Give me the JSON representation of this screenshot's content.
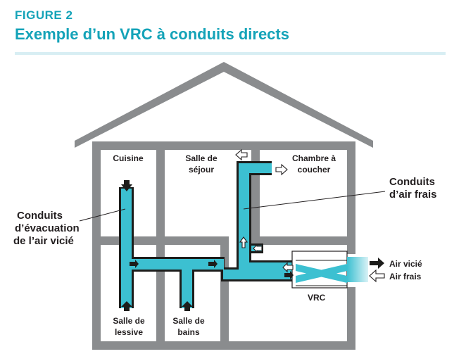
{
  "figure": {
    "label": "FIGURE 2",
    "title": "Exemple d’un VRC à conduits directs"
  },
  "rooms": {
    "kitchen": "Cuisine",
    "living_1": "Salle de",
    "living_2": "séjour",
    "bedroom_1": "Chambre à",
    "bedroom_2": "coucher",
    "laundry_1": "Salle de",
    "laundry_2": "lessive",
    "bath_1": "Salle de",
    "bath_2": "bains"
  },
  "callouts": {
    "exhaust_1": "Conduits",
    "exhaust_2": "d’évacuation",
    "exhaust_3": "de l’air vicié",
    "fresh_1": "Conduits",
    "fresh_2": "d’air frais"
  },
  "unit": {
    "label": "VRC"
  },
  "legend": {
    "stale_air": "Air vicié",
    "fresh_air": "Air frais"
  },
  "colors": {
    "accent": "#14a3b8",
    "duct": "#3cc0d1",
    "house": "#8a8c8e",
    "text": "#231f20",
    "rule": "#d8eef3"
  }
}
